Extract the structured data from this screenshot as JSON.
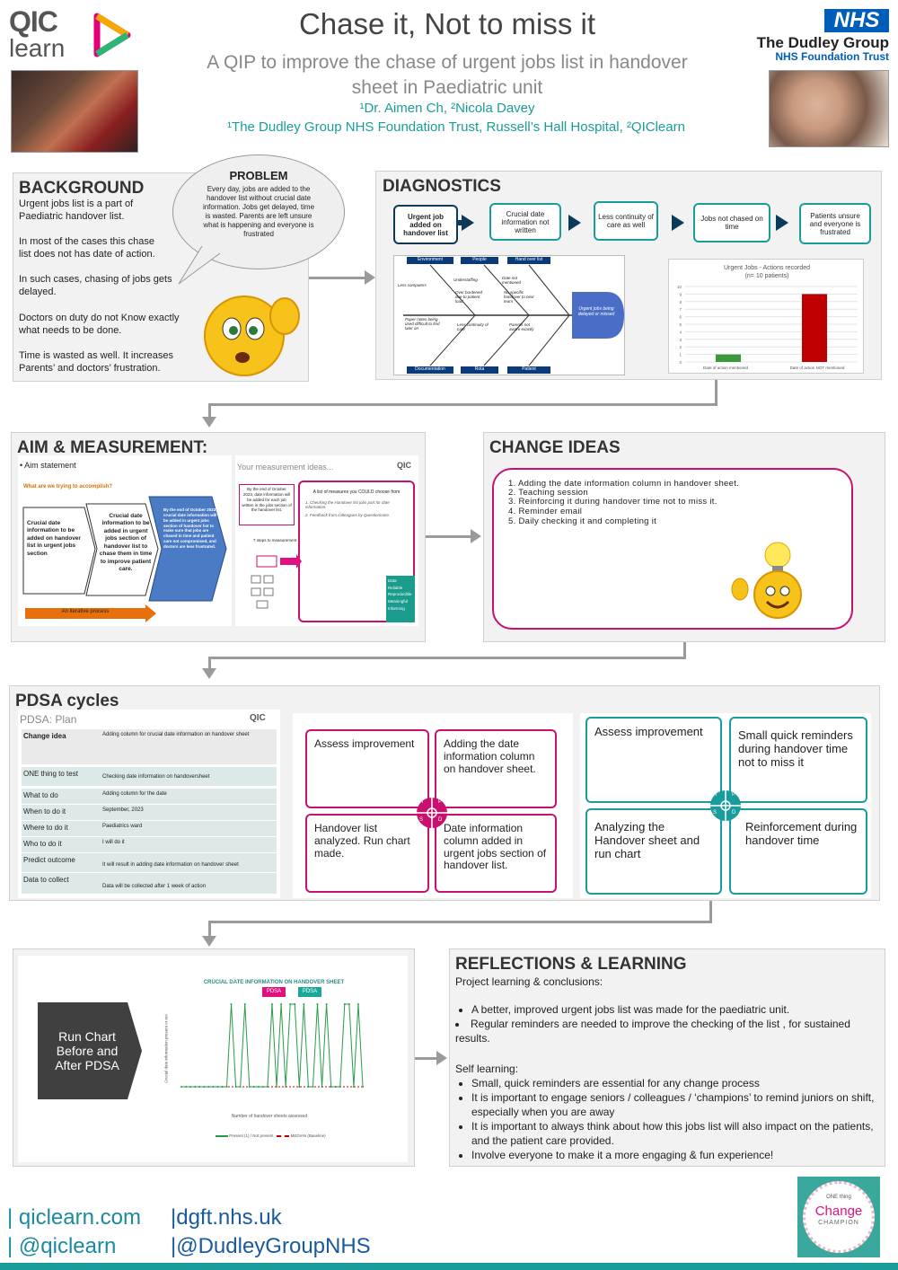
{
  "header": {
    "title": "Chase it, Not to miss it",
    "subtitle_line1": "A QIP to improve the chase of urgent jobs list in handover",
    "subtitle_line2": "sheet in Paediatric unit",
    "authors": "¹Dr. Aimen Ch, ²Nicola Davey",
    "affiliation": "¹The Dudley Group NHS Foundation Trust, Russell’s Hall Hospital, ²QIClearn",
    "logo_left_qic": "QIC",
    "logo_left_learn": "learn",
    "nhs_badge": "NHS",
    "org_name": "The Dudley Group",
    "org_sub": "NHS Foundation Trust"
  },
  "background": {
    "title": "BACKGROUND",
    "p1": "Urgent jobs list is a part of Paediatric handover list.",
    "p2": "In most of the cases this chase list does not has date of action.",
    "p3": "In such cases, chasing of jobs gets delayed.",
    "p4": "Doctors on duty do not Know exactly what needs to be done.",
    "p5": "Time is wasted as well. It increases Parents’ and doctors’ frustration."
  },
  "problem": {
    "title": "PROBLEM",
    "text": "Every day, jobs are added to the handover list without crucial date information. Jobs get delayed, time is wasted. Parents are left unsure what is happening and everyone is frustrated"
  },
  "diagnostics": {
    "title": "DIAGNOSTICS",
    "flow": [
      "Urgent job added on handover list",
      "Crucial date information not written",
      "Less continuity of care as well",
      "Jobs not chased on time",
      "Patients unsure and everyone is frustrated"
    ],
    "fishbone": {
      "top": [
        "Environment",
        "People",
        "Hand over list"
      ],
      "bottom": [
        "Documentation",
        "Rota",
        "Patient"
      ],
      "head": "Urgent jobs being delayed or missed",
      "causes": [
        "Less computers",
        "Understaffing",
        "Date not mentioned",
        "Over burdened due to patient load",
        "No specific handover to next team",
        "Paper notes being used difficult to find later on",
        "Less continuity of care",
        "Parents not aware exactly"
      ]
    },
    "chart": {
      "title": "Urgent Jobs - Actions recorded",
      "subtitle": "(n= 10 patients)",
      "ticks": [
        "10",
        "9",
        "8",
        "7",
        "6",
        "5",
        "4",
        "3",
        "2",
        "1",
        "0"
      ],
      "label1": "Date of action mentioned",
      "label2": "Date of action NOT mentioned"
    }
  },
  "chart_data": {
    "type": "bar",
    "title": "Urgent Jobs - Actions recorded",
    "subtitle": "(n= 10 patients)",
    "categories": [
      "Date of action mentioned",
      "Date of action NOT mentioned"
    ],
    "values": [
      1,
      9
    ],
    "colors": [
      "#3a9a3a",
      "#c00000"
    ],
    "ylim": [
      0,
      10
    ]
  },
  "aim": {
    "title": "AIM & MEASUREMENT:",
    "bullet": "• Aim statement",
    "question": "What are we trying to accomplish?",
    "chevrons": [
      "Crucial date information to be added on handover list in urgent jobs section",
      "Crucial date information to be added in urgent jobs section of handover list to chase them in time to improve patient care.",
      "By the end of October 2023, crucial date information will be added in urgent jobs section of handover list to make sure that jobs are chased in time and patient care not compromised, and doctors are less frustrated."
    ],
    "iterative": "An iterative process",
    "measure_title": "Your measurement ideas...",
    "measure_left": "By the end of October 2023, date information will be added for each job written in the jobs section of the handover list.",
    "measure_list_title": "A list of measures you COULD choose from",
    "measure_items": [
      "1. Checking the Handover list jobs part for date information.",
      "2. Feedback from colleagues by Questionnaire."
    ],
    "steps_title": "7 steps to measurement",
    "tags": [
      "Data",
      "Reliable",
      "Reproducible",
      "Meaningful",
      "Informing"
    ]
  },
  "change": {
    "title": "CHANGE IDEAS",
    "items": [
      "1.     Adding the date information column in handover sheet.",
      "2.     Teaching session",
      "3.     Reinforcing it during handover time not to miss it.",
      "4.     Reminder email",
      "5.     Daily checking it and completing it"
    ]
  },
  "pdsa": {
    "title": "PDSA cycles",
    "plan_title": "PDSA: Plan",
    "rows": [
      {
        "l": "Change idea",
        "r": "Adding column for crucial date information on handover sheet"
      },
      {
        "l": "ONE thing to test",
        "r": "Checking date information on handoversheet"
      },
      {
        "l": "What to do",
        "r": "Adding column for the date"
      },
      {
        "l": "When to do it",
        "r": "September, 2023"
      },
      {
        "l": "Where to do it",
        "r": "Paediatrics ward"
      },
      {
        "l": "Who to do it",
        "r": "I will do it"
      },
      {
        "l": "Predict outcome",
        "r": "It will result in adding date information on handover sheet"
      },
      {
        "l": "Data to collect",
        "r": "Data will be collected after 1 week of action"
      }
    ],
    "c1": {
      "tl": "Assess improvement",
      "tr": "Adding the date information column on handover sheet.",
      "bl": "Handover list analyzed. Run chart made.",
      "br": "Date information column added in urgent jobs section of handover list."
    },
    "c2": {
      "tl": "Assess improvement",
      "tr": "Small quick reminders during handover time not to miss it",
      "bl": "Analyzing the Handover sheet and run chart",
      "br": "Reinforcement during handover time"
    },
    "letters": [
      "A",
      "P",
      "S",
      "D"
    ]
  },
  "runchart": {
    "label": "Run Chart Before and After PDSA",
    "title": "CRUCIAL DATE INFORMATION ON HANDOVER SHEET",
    "pdsa_tag": "PDSA",
    "ylabel": "Crucial date information present or not",
    "xlabel": "Number of handover sheets assessed",
    "legend1": "Present (1) / Not present",
    "legend2": "MEDIAN (Baseline)"
  },
  "reflections": {
    "title": "REFLECTIONS & LEARNING",
    "intro": "Project learning & conclusions:",
    "items1": [
      "A better, improved urgent jobs list was made for the paediatric unit.",
      "Regular reminders are needed to improve the checking of the list , for sustained results."
    ],
    "self": "Self learning:",
    "items2": [
      "Small, quick reminders are essential for any change process",
      "It is important to engage seniors / colleagues / ‘champions’ to remind juniors on shift, especially when you are away",
      "It is important to always think about how this jobs list will also impact on the patients, and the patient care provided.",
      "Involve everyone to make it a more engaging & fun experience!"
    ]
  },
  "footer": {
    "l1": "| qiclearn.com",
    "l2": "| @qiclearn",
    "l3": "|dgft.nhs.uk",
    "l4": "|@DudleyGroupNHS",
    "badge_one": "ONE thing",
    "badge_change": "Change",
    "badge_champion": "CHAMPION"
  },
  "colors": {
    "teal": "#1a9c9c",
    "magenta": "#c8106e",
    "nhs_blue": "#005eb8",
    "navy": "#0a3a5a"
  }
}
